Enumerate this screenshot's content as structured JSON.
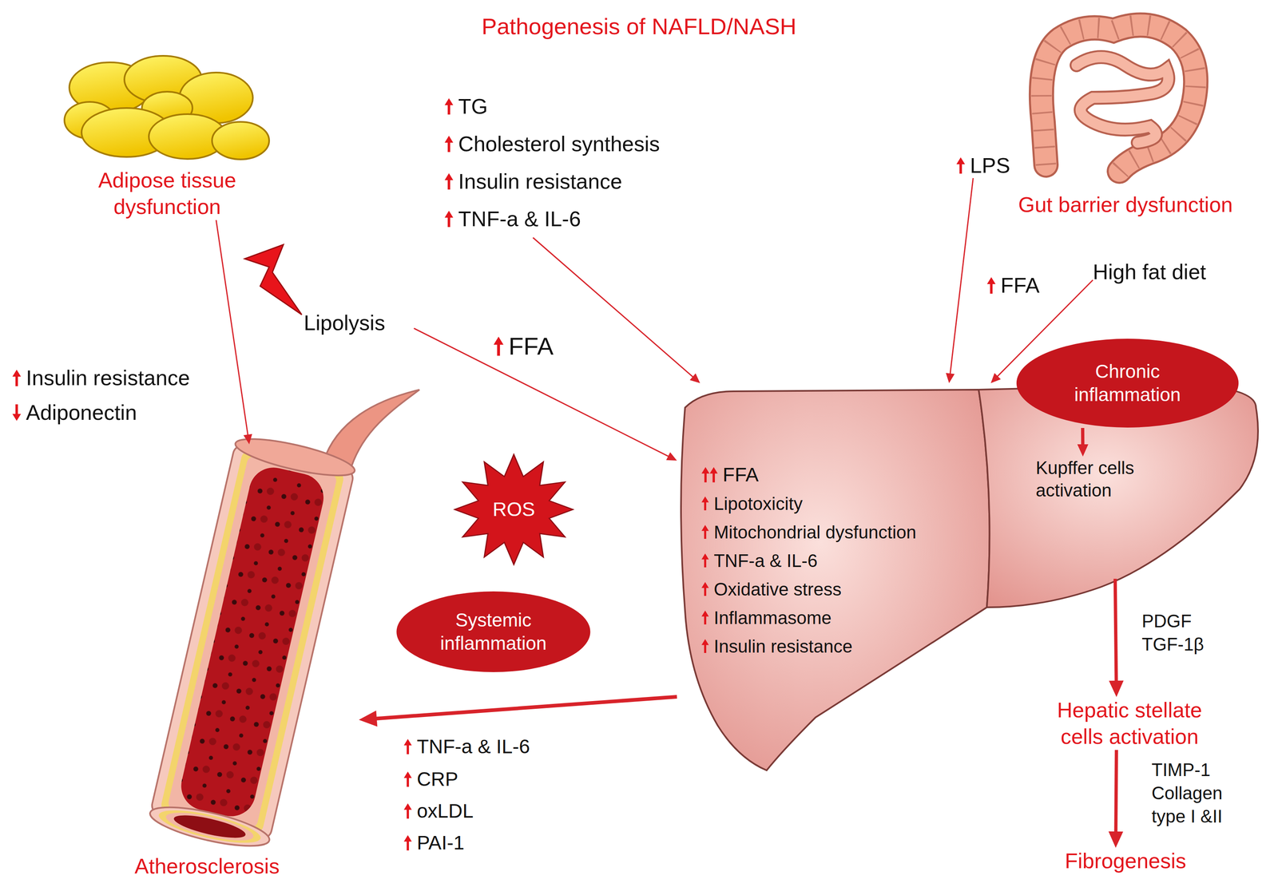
{
  "diagram": {
    "title": "Pathogenesis of NAFLD/NASH",
    "nodes": [
      {
        "text": [
          "Adipose tissue dysfunction"
        ]
      },
      {
        "text": [
          "TG",
          "Cholesterol synthesis",
          "Insulin resistance",
          "TNF-a & IL-6"
        ]
      },
      {
        "text": [
          "Gut barrier dysfunction"
        ]
      },
      {
        "text": [
          "LPS"
        ]
      },
      {
        "text": [
          "High fat diet"
        ]
      },
      {
        "text": [
          "Lipolysis"
        ]
      },
      {
        "text": [
          "FFA",
          "Lipotoxicity",
          "Mitochondrial dysfunction",
          "TNF-a & IL-6",
          "Oxidative stress",
          "Inflammasome",
          "Insulin resistance"
        ]
      },
      {
        "text": [
          "Chronic inflammation"
        ],
        "in": 6
      },
      {
        "text": [
          "Kupffer cells activation"
        ],
        "in": 6
      },
      {
        "text": [
          "ROS"
        ]
      },
      {
        "text": [
          "Systemic inflammation"
        ]
      },
      {
        "text": [
          "Atherosclerosis"
        ]
      },
      {
        "text": [
          "Hepatic stellate cells activation"
        ]
      },
      {
        "text": [
          "Fibrogenesis"
        ]
      }
    ],
    "edges": [
      {
        "from": 0,
        "to": 11,
        "arrow": "to"
      },
      {
        "from": 5,
        "to": 6,
        "arrow": "to"
      },
      {
        "from": 1,
        "to": 6,
        "arrow": "to"
      },
      {
        "from": 3,
        "to": 6,
        "arrow": "to"
      },
      {
        "from": 4,
        "to": 6,
        "arrow": "to"
      },
      {
        "from": 7,
        "to": 8,
        "arrow": "to"
      },
      {
        "from": 6,
        "to": 11,
        "arrow": "to"
      },
      {
        "from": 8,
        "to": 12,
        "label": "PDGF TGF-1β",
        "arrow": "to"
      },
      {
        "from": 12,
        "to": 13,
        "label": "TIMP-1 Collagen type I &II",
        "arrow": "to"
      }
    ],
    "labels": [
      "FFA",
      "Insulin resistance",
      "Adiponectin",
      "FFA",
      "TNF-a & IL-6",
      "CRP",
      "oxLDL",
      "PAI-1"
    ]
  }
}
